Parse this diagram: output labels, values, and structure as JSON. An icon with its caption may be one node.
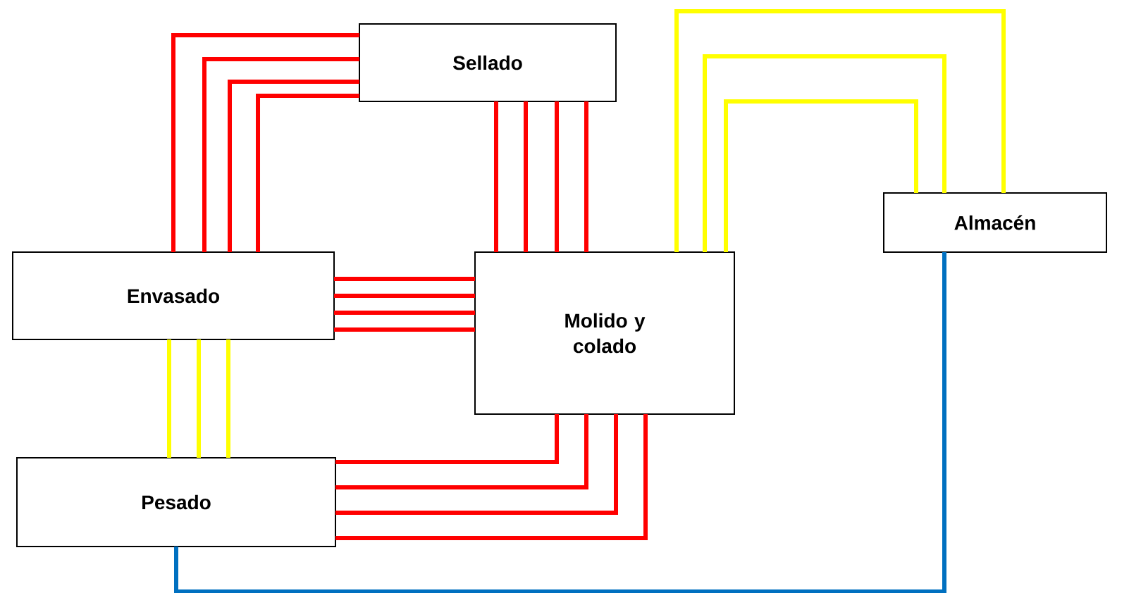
{
  "diagram": {
    "nodes": [
      {
        "text": [
          "Sellado"
        ]
      },
      {
        "text": [
          "Envasado"
        ]
      },
      {
        "text": [
          "Molido y colado"
        ]
      },
      {
        "text": [
          "Almacén"
        ]
      },
      {
        "text": [
          "Pesado"
        ]
      }
    ],
    "edges": [
      {
        "from": 0,
        "to": 1,
        "arrow": "none"
      },
      {
        "from": 0,
        "to": 1,
        "arrow": "none"
      },
      {
        "from": 0,
        "to": 1,
        "arrow": "none"
      },
      {
        "from": 0,
        "to": 1,
        "arrow": "none"
      },
      {
        "from": 0,
        "to": 2,
        "arrow": "none"
      },
      {
        "from": 0,
        "to": 2,
        "arrow": "none"
      },
      {
        "from": 0,
        "to": 2,
        "arrow": "none"
      },
      {
        "from": 0,
        "to": 2,
        "arrow": "none"
      },
      {
        "from": 1,
        "to": 2,
        "arrow": "none"
      },
      {
        "from": 1,
        "to": 2,
        "arrow": "none"
      },
      {
        "from": 1,
        "to": 2,
        "arrow": "none"
      },
      {
        "from": 1,
        "to": 2,
        "arrow": "none"
      },
      {
        "from": 2,
        "to": 4,
        "arrow": "none"
      },
      {
        "from": 2,
        "to": 4,
        "arrow": "none"
      },
      {
        "from": 2,
        "to": 4,
        "arrow": "none"
      },
      {
        "from": 2,
        "to": 4,
        "arrow": "none"
      },
      {
        "from": 1,
        "to": 4,
        "arrow": "none",
        "color": "#ffff00"
      },
      {
        "from": 1,
        "to": 4,
        "arrow": "none",
        "color": "#ffff00"
      },
      {
        "from": 1,
        "to": 4,
        "arrow": "none",
        "color": "#ffff00"
      },
      {
        "from": 2,
        "to": 3,
        "arrow": "none",
        "color": "#ffff00"
      },
      {
        "from": 2,
        "to": 3,
        "arrow": "none",
        "color": "#ffff00"
      },
      {
        "from": 2,
        "to": 3,
        "arrow": "none",
        "color": "#ffff00"
      },
      {
        "from": 4,
        "to": 3,
        "arrow": "none",
        "color": "#0070c0"
      }
    ]
  }
}
